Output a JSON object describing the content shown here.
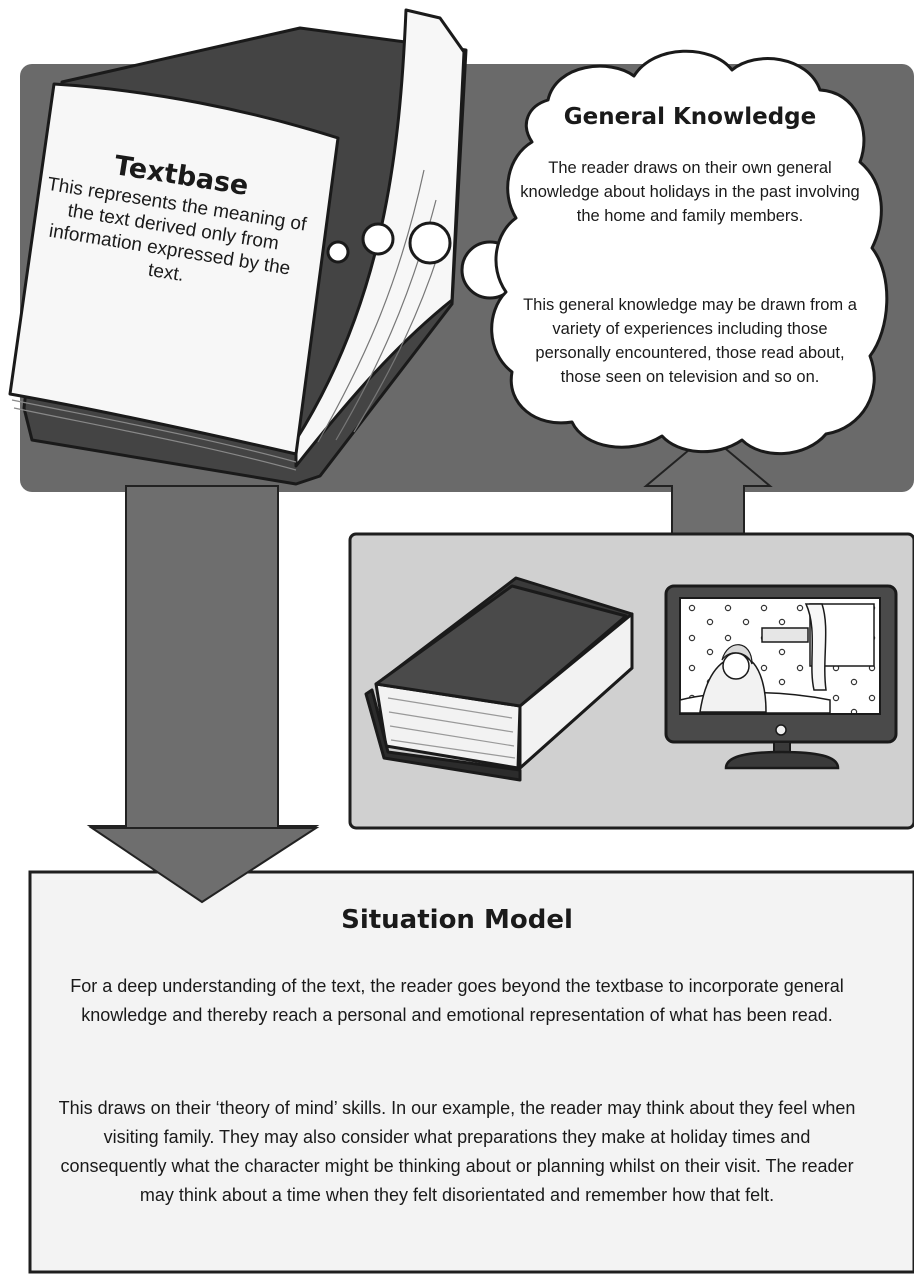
{
  "textbase": {
    "title": "Textbase",
    "body": "This represents the meaning of the text derived only from information expressed by the text."
  },
  "general_knowledge": {
    "title": "General Knowledge",
    "paragraph1": "The reader draws on their own general knowledge about holidays in the past involving the home and family members.",
    "paragraph2": "This general knowledge may be drawn from a variety of experiences including those personally encountered, those read about, those seen on television and so on."
  },
  "situation_model": {
    "title": "Situation Model",
    "paragraph1": "For a deep understanding of the text, the reader goes beyond the textbase to incorporate general knowledge and thereby reach a personal and emotional representation of what has been read.",
    "paragraph2": "This draws on their ‘theory of mind’ skills. In our example, the reader may think about they feel when visiting family. They may also consider what preparations they make at holiday times and consequently what the character might be thinking about or planning whilst on their visit. The reader may think about a time when they felt disorientated and remember how that felt."
  },
  "colors": {
    "panel_dark": "#6a6a6a",
    "panel_light": "#d0d0d0",
    "arrow": "#6e6e6e",
    "outline": "#1e1e1e",
    "box_fill": "#f3f3f3"
  }
}
